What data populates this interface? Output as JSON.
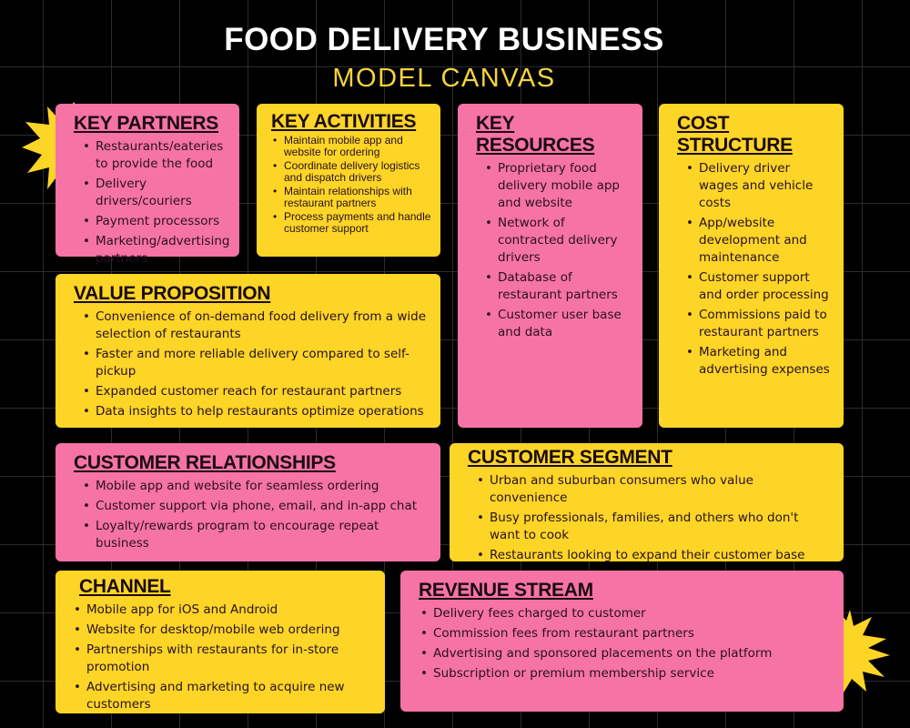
{
  "title": "FOOD DELIVERY BUSINESS",
  "subtitle": "MODEL CANVAS",
  "colors": {
    "pink": "#f673a5",
    "yellow": "#fcd526",
    "background": "#000000",
    "title": "#ffffff",
    "subtitle": "#f7d43a"
  },
  "blocks": {
    "key_partners": {
      "heading": "KEY PARTNERS",
      "items": [
        "Restaurants/eateries to provide the food",
        "Delivery drivers/couriers",
        "Payment processors",
        "Marketing/advertising partners"
      ]
    },
    "key_activities": {
      "heading": "KEY ACTIVITIES",
      "items": [
        "Maintain mobile app and website for ordering",
        "Coordinate delivery logistics and dispatch drivers",
        "Maintain relationships with restaurant partners",
        "Process payments and handle customer support"
      ]
    },
    "key_resources": {
      "heading": "KEY RESOURCES",
      "items": [
        "Proprietary food delivery mobile app and website",
        "Network of contracted delivery drivers",
        "Database of restaurant partners",
        "Customer user base and data"
      ]
    },
    "cost_structure": {
      "heading": "COST STRUCTURE",
      "items": [
        "Delivery driver wages and vehicle costs",
        "App/website development and maintenance",
        "Customer support and order processing",
        "Commissions paid to restaurant partners",
        "Marketing and advertising expenses"
      ]
    },
    "value_proposition": {
      "heading": "VALUE PROPOSITION",
      "items": [
        "Convenience of on-demand food delivery from a wide selection of restaurants",
        "Faster and more reliable delivery compared to self-pickup",
        "Expanded customer reach for restaurant partners",
        "Data insights to help restaurants optimize operations"
      ]
    },
    "customer_relationships": {
      "heading": "CUSTOMER RELATIONSHIPS",
      "items": [
        "Mobile app and website for seamless ordering",
        "Customer support via phone, email, and in-app chat",
        "Loyalty/rewards program to encourage repeat business"
      ]
    },
    "customer_segment": {
      "heading": "CUSTOMER SEGMENT",
      "items": [
        "Urban and suburban consumers who value convenience",
        "Busy professionals, families, and others who don't want to cook",
        "Restaurants looking to expand their customer base"
      ]
    },
    "channel": {
      "heading": "CHANNEL",
      "items": [
        "Mobile app for iOS and Android",
        "Website for desktop/mobile web ordering",
        "Partnerships with restaurants for in-store promotion",
        "Advertising and marketing to acquire new customers"
      ]
    },
    "revenue_stream": {
      "heading": "REVENUE STREAM",
      "items": [
        "Delivery fees charged to customer",
        "Commission fees from restaurant partners",
        "Advertising and sponsored placements on the platform",
        "Subscription or premium membership service"
      ]
    }
  }
}
